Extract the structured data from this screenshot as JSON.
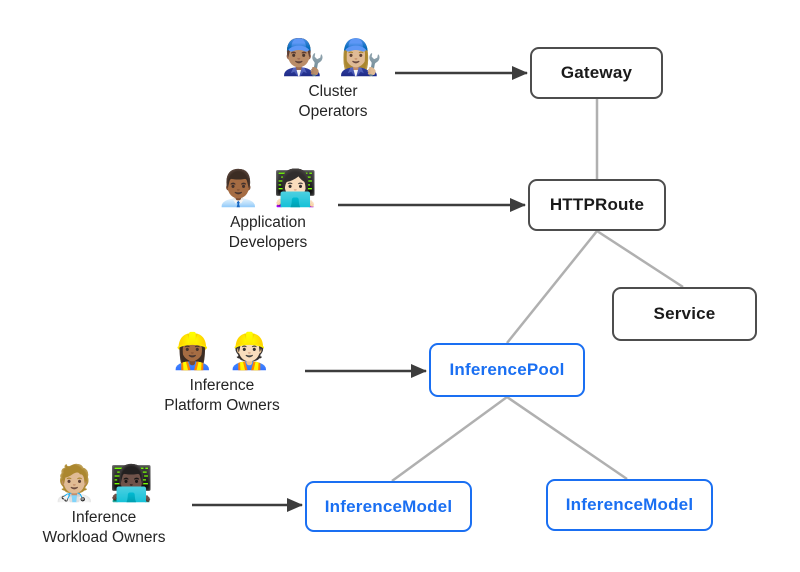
{
  "diagram": {
    "description": "Gateway API inference extension resource model diagram",
    "colors": {
      "core_border": "#4d4d4d",
      "core_text": "#1a1a1a",
      "inference": "#1a6ff2",
      "connector": "#b0b0b0",
      "arrow": "#3d3d3d"
    },
    "nodes": [
      {
        "id": "gateway",
        "label": "Gateway",
        "style": "core"
      },
      {
        "id": "httproute",
        "label": "HTTPRoute",
        "style": "core"
      },
      {
        "id": "service",
        "label": "Service",
        "style": "core"
      },
      {
        "id": "inferencepool",
        "label": "InferencePool",
        "style": "inference"
      },
      {
        "id": "inferencemodel-left",
        "label": "InferenceModel",
        "style": "inference"
      },
      {
        "id": "inferencemodel-right",
        "label": "InferenceModel",
        "style": "inference"
      }
    ],
    "actors": [
      {
        "id": "cluster-operators",
        "emoji": "👨🏽‍🔧 👩🏼‍🔧",
        "line1": "Cluster",
        "line2": "Operators",
        "points_to": "Gateway"
      },
      {
        "id": "application-developers",
        "emoji": "👨🏾‍💼 👩🏻‍💻",
        "line1": "Application",
        "line2": "Developers",
        "points_to": "HTTPRoute"
      },
      {
        "id": "inference-platform-owners",
        "emoji": "👷🏾‍♀️ 👷🏻",
        "line1": "Inference",
        "line2": "Platform Owners",
        "points_to": "InferencePool"
      },
      {
        "id": "inference-workload-owners",
        "emoji": "🧑🏼‍⚕️ 👨🏿‍💻",
        "line1": "Inference",
        "line2": "Workload Owners",
        "points_to": "InferenceModel"
      }
    ],
    "edges": [
      {
        "from": "Gateway",
        "to": "HTTPRoute",
        "type": "plain"
      },
      {
        "from": "HTTPRoute",
        "to": "Service",
        "type": "plain"
      },
      {
        "from": "HTTPRoute",
        "to": "InferencePool",
        "type": "plain"
      },
      {
        "from": "InferencePool",
        "to": "InferenceModel (left)",
        "type": "plain"
      },
      {
        "from": "InferencePool",
        "to": "InferenceModel (right)",
        "type": "plain"
      },
      {
        "from": "Cluster Operators",
        "to": "Gateway",
        "type": "arrow"
      },
      {
        "from": "Application Developers",
        "to": "HTTPRoute",
        "type": "arrow"
      },
      {
        "from": "Inference Platform Owners",
        "to": "InferencePool",
        "type": "arrow"
      },
      {
        "from": "Inference Workload Owners",
        "to": "InferenceModel (left)",
        "type": "arrow"
      }
    ]
  }
}
